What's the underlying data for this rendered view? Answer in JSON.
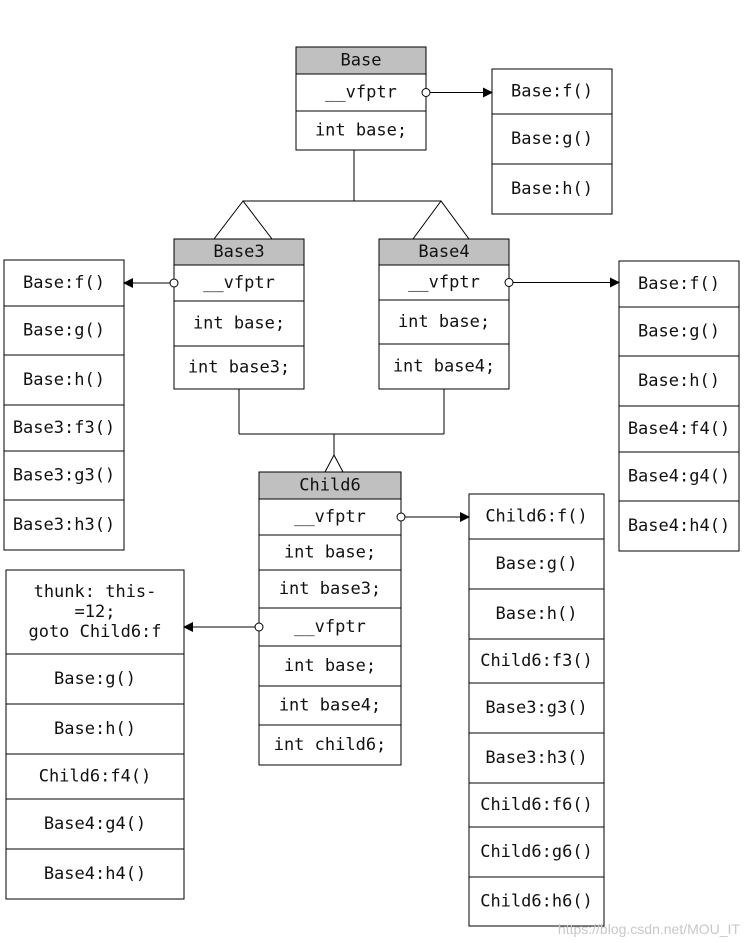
{
  "classes": {
    "base": {
      "title": "Base",
      "fields": [
        "__vfptr",
        "int base;"
      ]
    },
    "base3": {
      "title": "Base3",
      "fields": [
        "__vfptr",
        "int base;",
        "int base3;"
      ]
    },
    "base4": {
      "title": "Base4",
      "fields": [
        "__vfptr",
        "int base;",
        "int base4;"
      ]
    },
    "child6": {
      "title": "Child6",
      "fields": [
        "__vfptr",
        "int base;",
        "int base3;",
        "__vfptr",
        "int base;",
        "int base4;",
        "int child6;"
      ]
    }
  },
  "vtables": {
    "base": [
      "Base:f()",
      "Base:g()",
      "Base:h()"
    ],
    "base3": [
      "Base:f()",
      "Base:g()",
      "Base:h()",
      "Base3:f3()",
      "Base3:g3()",
      "Base3:h3()"
    ],
    "base4": [
      "Base:f()",
      "Base:g()",
      "Base:h()",
      "Base4:f4()",
      "Base4:g4()",
      "Base4:h4()"
    ],
    "child6_1": [
      "Child6:f()",
      "Base:g()",
      "Base:h()",
      "Child6:f3()",
      "Base3:g3()",
      "Base3:h3()",
      "Child6:f6()",
      "Child6:g6()",
      "Child6:h6()"
    ],
    "child6_2": [
      "thunk: this-\n=12;\ngoto Child6:f",
      "Base:g()",
      "Base:h()",
      "Child6:f4()",
      "Base4:g4()",
      "Base4:h4()"
    ]
  },
  "colors": {
    "header_fill": "#c0c0c0",
    "stroke": "#000000"
  },
  "watermark": "https://blog.csdn.net/MOU_IT"
}
